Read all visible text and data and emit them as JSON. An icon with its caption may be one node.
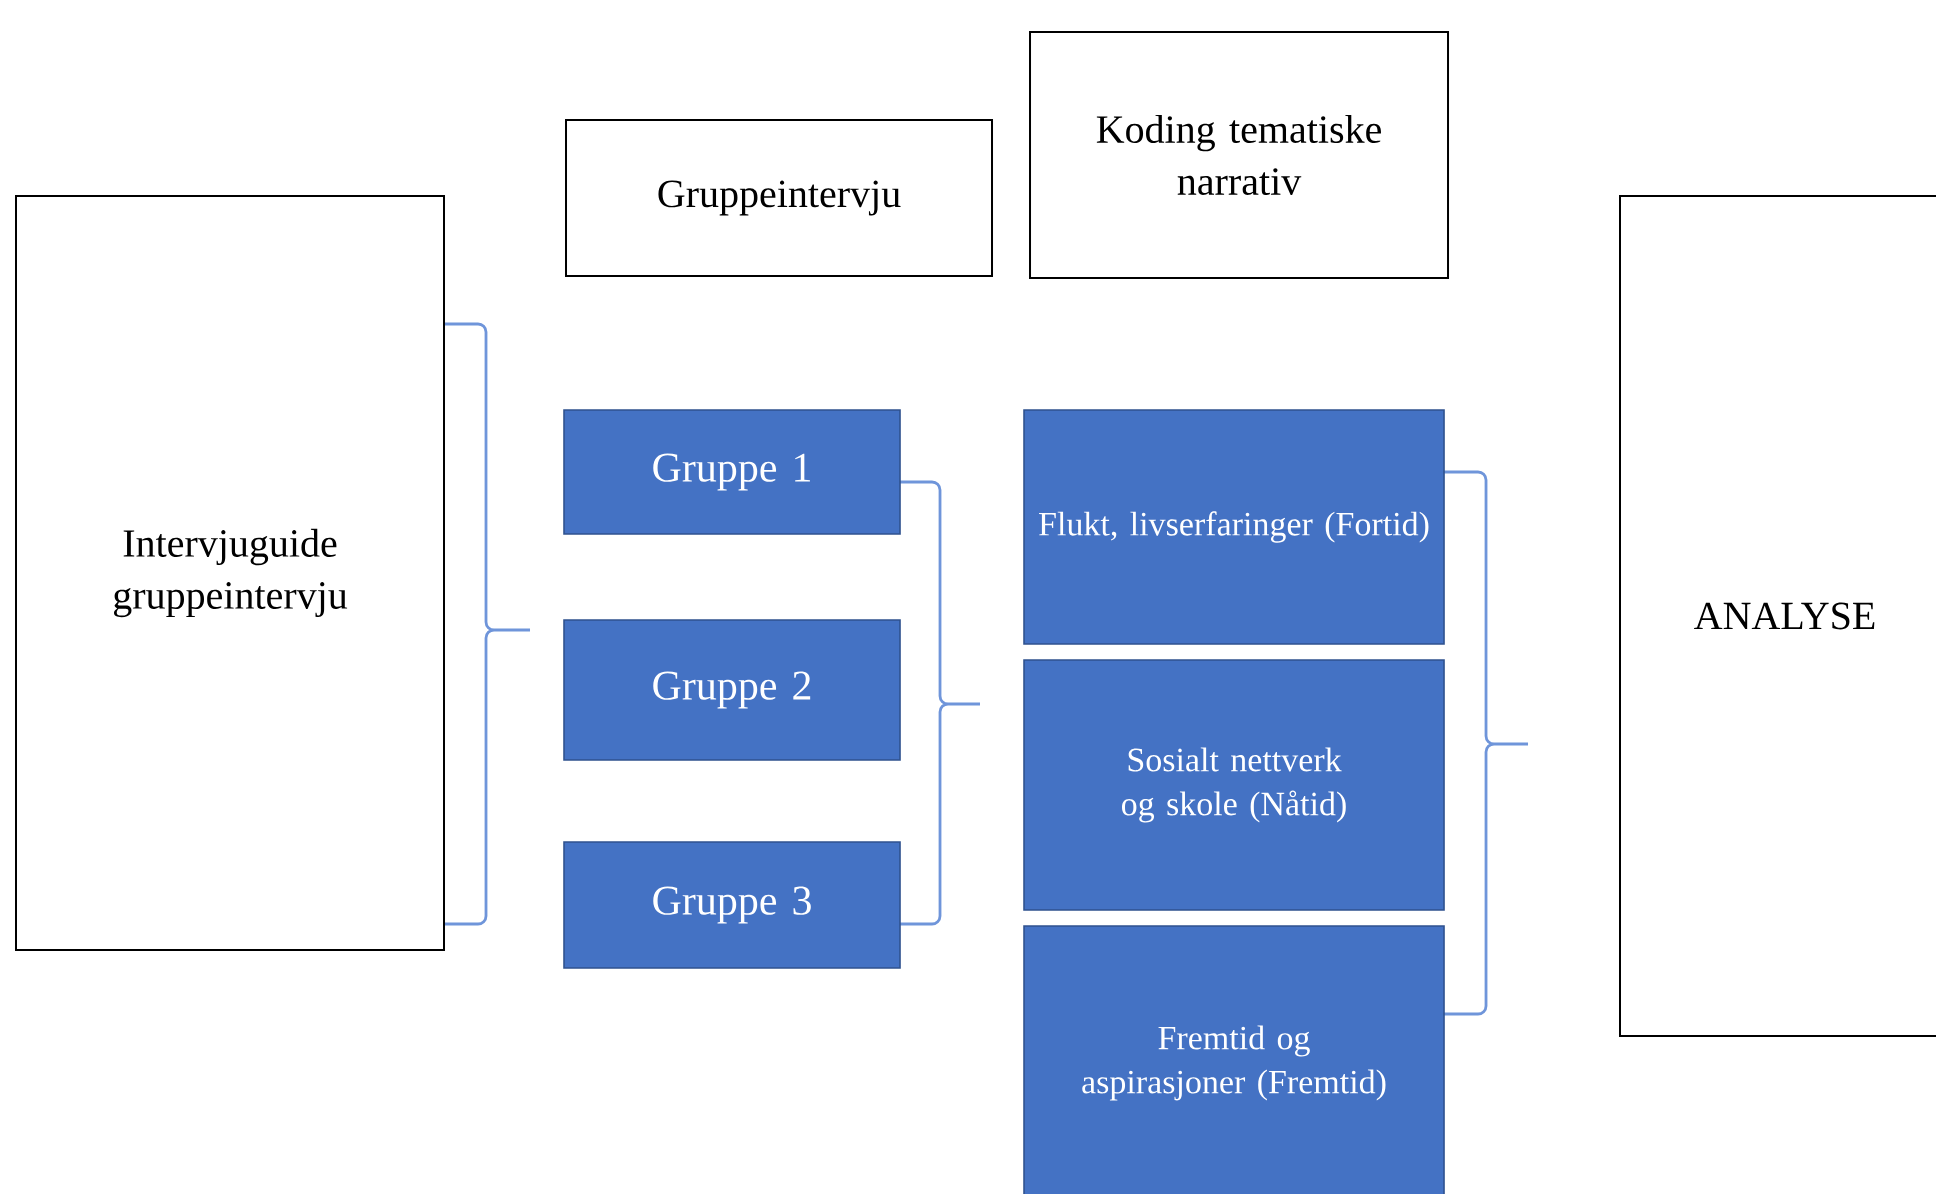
{
  "diagram": {
    "nodes": [
      {
        "text": [
          "Intervjuguide gruppeintervju"
        ]
      },
      {
        "text": [
          "Gruppeintervju"
        ]
      },
      {
        "text": [
          "Koding tematiske narrativ"
        ]
      },
      {
        "text": [
          "Gruppe 1"
        ]
      },
      {
        "text": [
          "Gruppe 2"
        ]
      },
      {
        "text": [
          "Gruppe 3"
        ]
      },
      {
        "text": [
          "Flukt, livserfaringer (Fortid)"
        ]
      },
      {
        "text": [
          "Sosialt nettverk og skole (Nåtid)"
        ]
      },
      {
        "text": [
          "Fremtid og aspirasjoner (Fremtid)"
        ]
      },
      {
        "text": [
          "ANALYSE"
        ]
      }
    ]
  }
}
